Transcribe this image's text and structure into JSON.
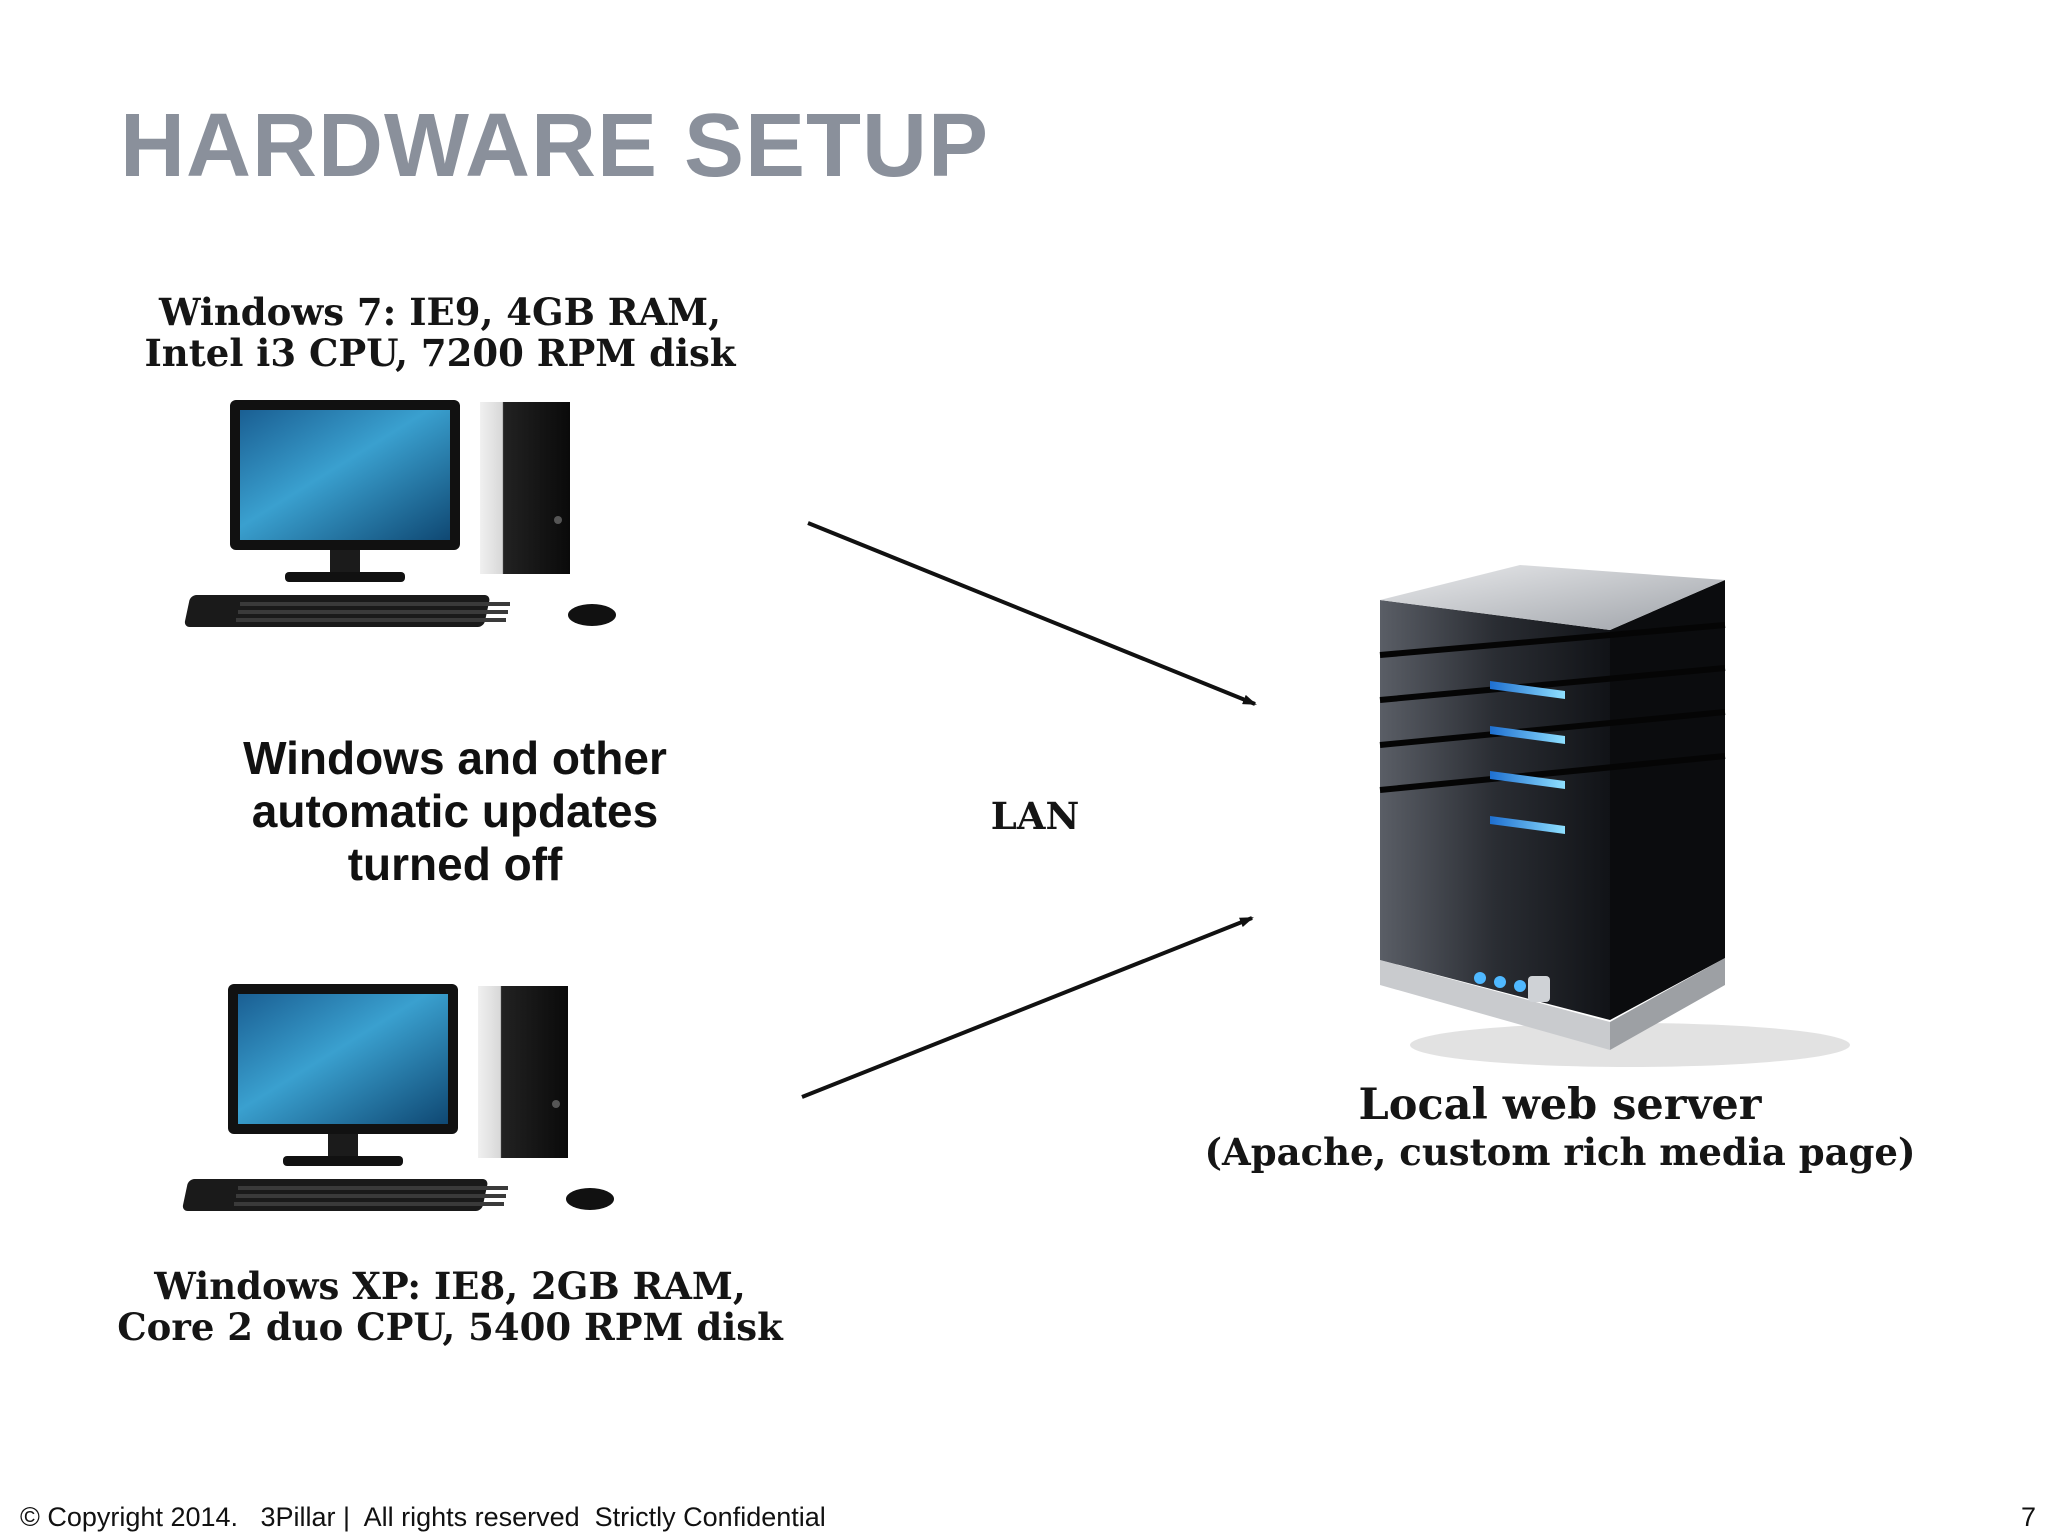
{
  "slide": {
    "title": "HARDWARE SETUP",
    "clients": [
      {
        "label_line1": "Windows 7: IE9, 4GB RAM,",
        "label_line2": "Intel i3 CPU, 7200 RPM disk"
      },
      {
        "label_line1": "Windows XP: IE8, 2GB RAM,",
        "label_line2": "Core 2 duo CPU, 5400 RPM disk"
      }
    ],
    "note": {
      "line1": "Windows and other",
      "line2": "automatic updates",
      "line3": "turned off"
    },
    "network_label": "LAN",
    "server": {
      "label": "Local web server",
      "sublabel": "(Apache, custom rich media page)"
    },
    "footer": "© Copyright 2014.   3Pillar |  All rights reserved  Strictly Confidential",
    "page_number": "7"
  },
  "icons": [
    "desktop-computer-icon",
    "server-icon",
    "arrow-icon"
  ],
  "colors": {
    "title": "#8a909b",
    "screen": "#2f8fc2",
    "server_led": "#4fb8ff"
  }
}
